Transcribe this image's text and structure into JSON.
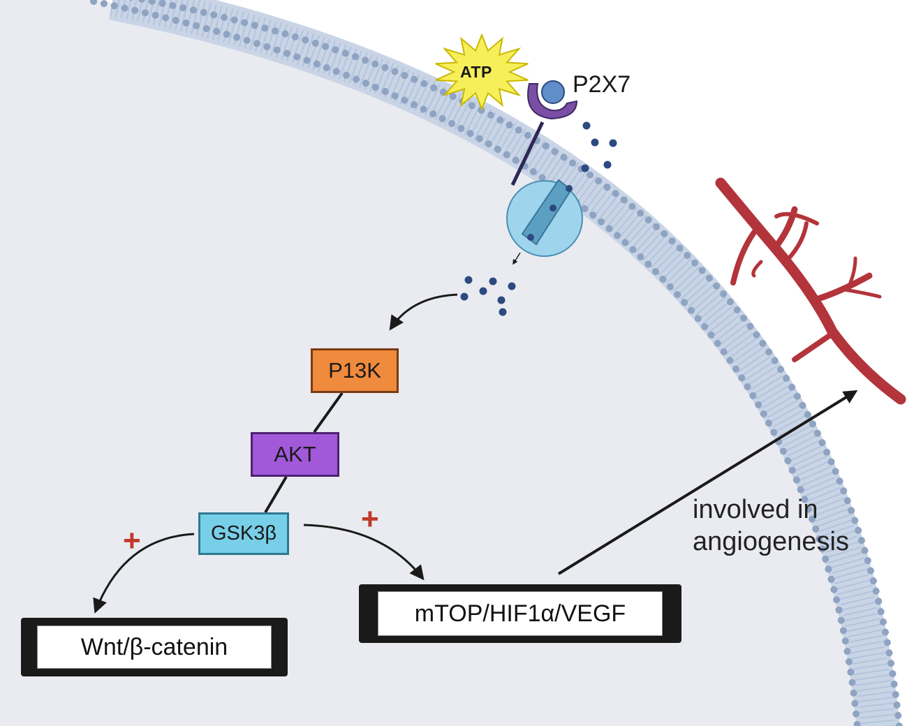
{
  "labels": {
    "atp": "ATP",
    "p2x7": "P2X7",
    "pi3k": "P13K",
    "akt": "AKT",
    "gsk3b": "GSK3β",
    "wnt": "Wnt/β-catenin",
    "mtop": "mTOP/HIF1α/VEGF",
    "involved_line1": "involved in",
    "involved_line2": "angiogenesis",
    "plus_left": "+",
    "plus_right": "+"
  },
  "colors": {
    "cytoplasm": "#e9ebf0",
    "membrane_head": "#8fa3c2",
    "membrane_tail": "#bfcde0",
    "pi3k": "#f08a3c",
    "akt": "#a259d9",
    "gsk3b": "#78cfe8",
    "receptor": "#7b4fa6",
    "channel": "#9ed4ec",
    "ion": "#2d4a80",
    "vessel": "#b3343a",
    "atp_burst": "#f7ef5a",
    "plus": "#c0392b"
  },
  "icons": [
    "atp-burst-icon",
    "p2x7-receptor-icon",
    "ion-channel-icon",
    "blood-vessel-icon"
  ]
}
